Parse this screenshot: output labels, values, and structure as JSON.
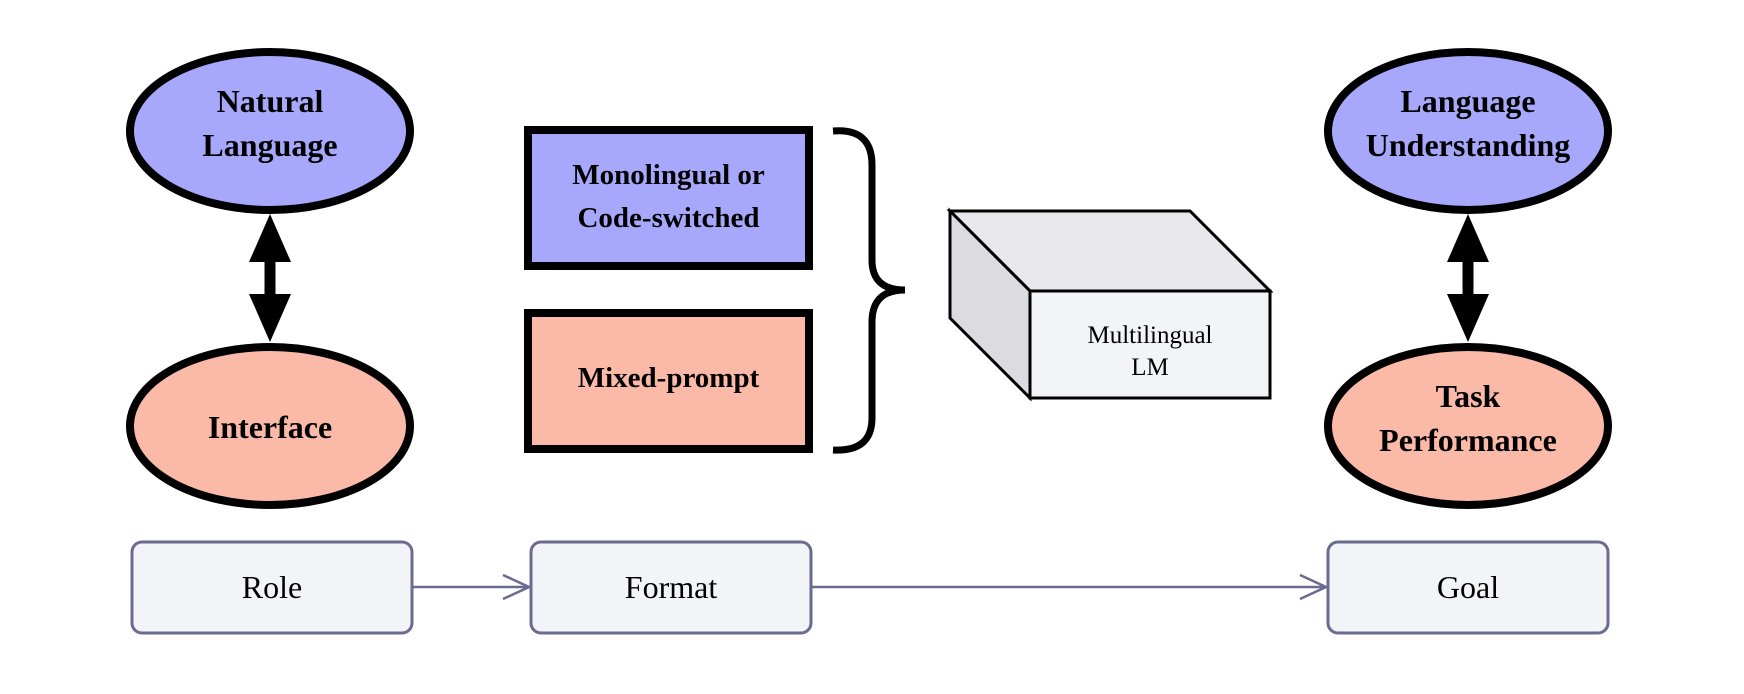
{
  "colors": {
    "blue_fill": "#a7a8fb",
    "salmon_fill": "#fbb9a7",
    "box_fill": "#f3f4f8",
    "box_stroke": "#6b6a8f",
    "cube_top": "#e8e8ec",
    "cube_side": "#dcdce0",
    "cube_front": "#f3f4f8",
    "ink": "#000000"
  },
  "left_column": {
    "top_ellipse_lines": [
      "Natural",
      "Language"
    ],
    "bottom_ellipse_lines": [
      "Interface"
    ]
  },
  "middle_column": {
    "top_rect_lines": [
      "Monolingual or",
      "Code-switched"
    ],
    "bottom_rect_lines": [
      "Mixed-prompt"
    ]
  },
  "model": {
    "label_lines": [
      "Multilingual",
      "LM"
    ]
  },
  "right_column": {
    "top_ellipse_lines": [
      "Language",
      "Understanding"
    ],
    "bottom_ellipse_lines": [
      "Task",
      "Performance"
    ]
  },
  "bottom_row": {
    "role_label": "Role",
    "format_label": "Format",
    "goal_label": "Goal"
  }
}
